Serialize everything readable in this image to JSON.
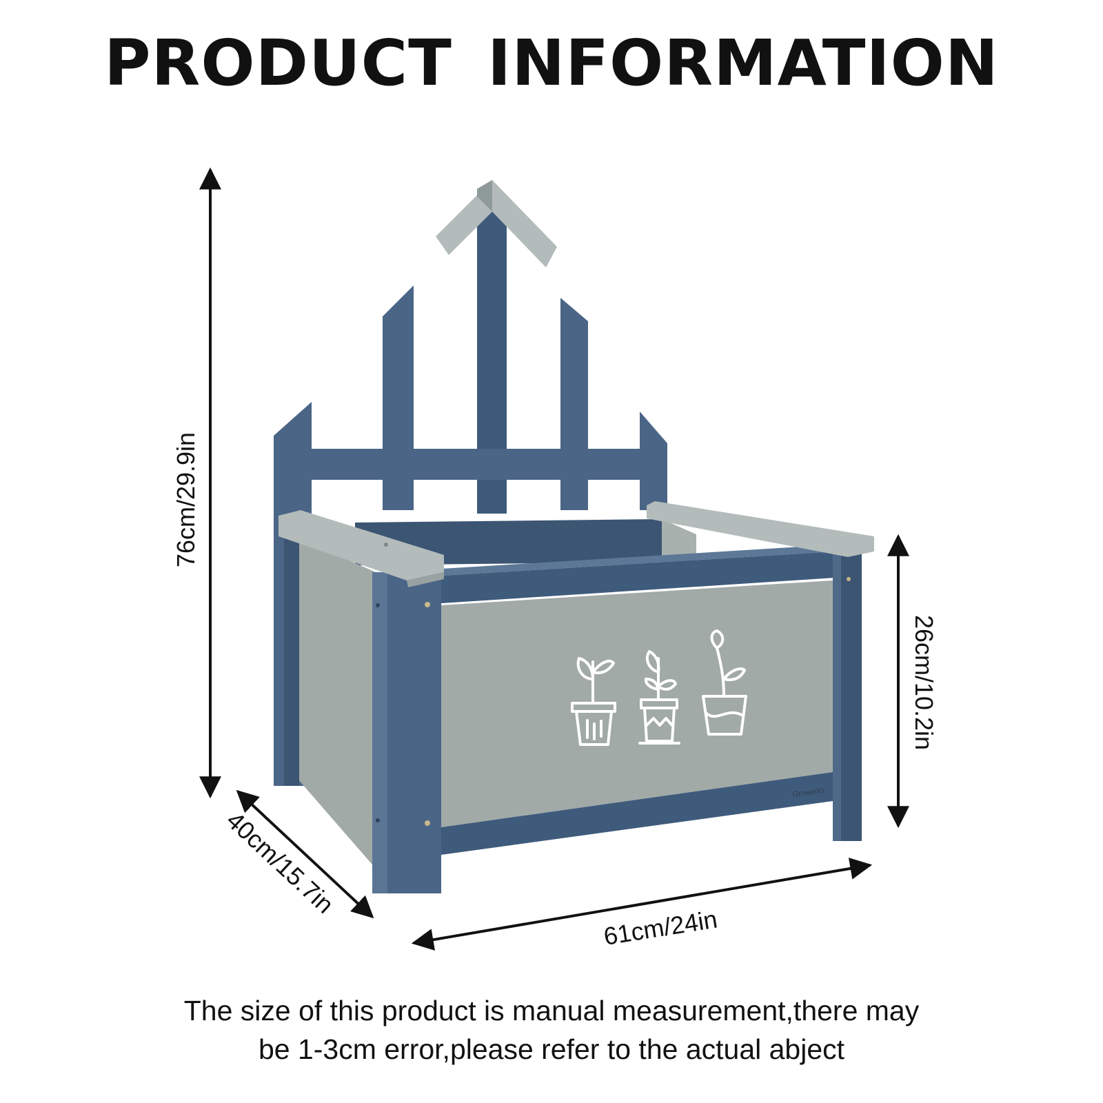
{
  "title": "PRODUCT INFORMATION",
  "dimensions": {
    "height": "76cm/29.9in",
    "inner_height": "26cm/10.2in",
    "depth": "40cm/15.7in",
    "width": "61cm/24in"
  },
  "brand": "Groworks",
  "disclaimer": {
    "line1": "The size of this product is manual measurement,there may",
    "line2": "be 1-3cm error,please refer to the actual abject"
  },
  "colors": {
    "frame_blue": "#4a6585",
    "frame_dark": "#3c5573",
    "panel_gray": "#a2aaa8",
    "cap_gray": "#b3bcbb",
    "line": "#111111"
  },
  "icons": [
    "plant-pot-icon",
    "plant-pot-icon",
    "plant-pot-icon"
  ]
}
